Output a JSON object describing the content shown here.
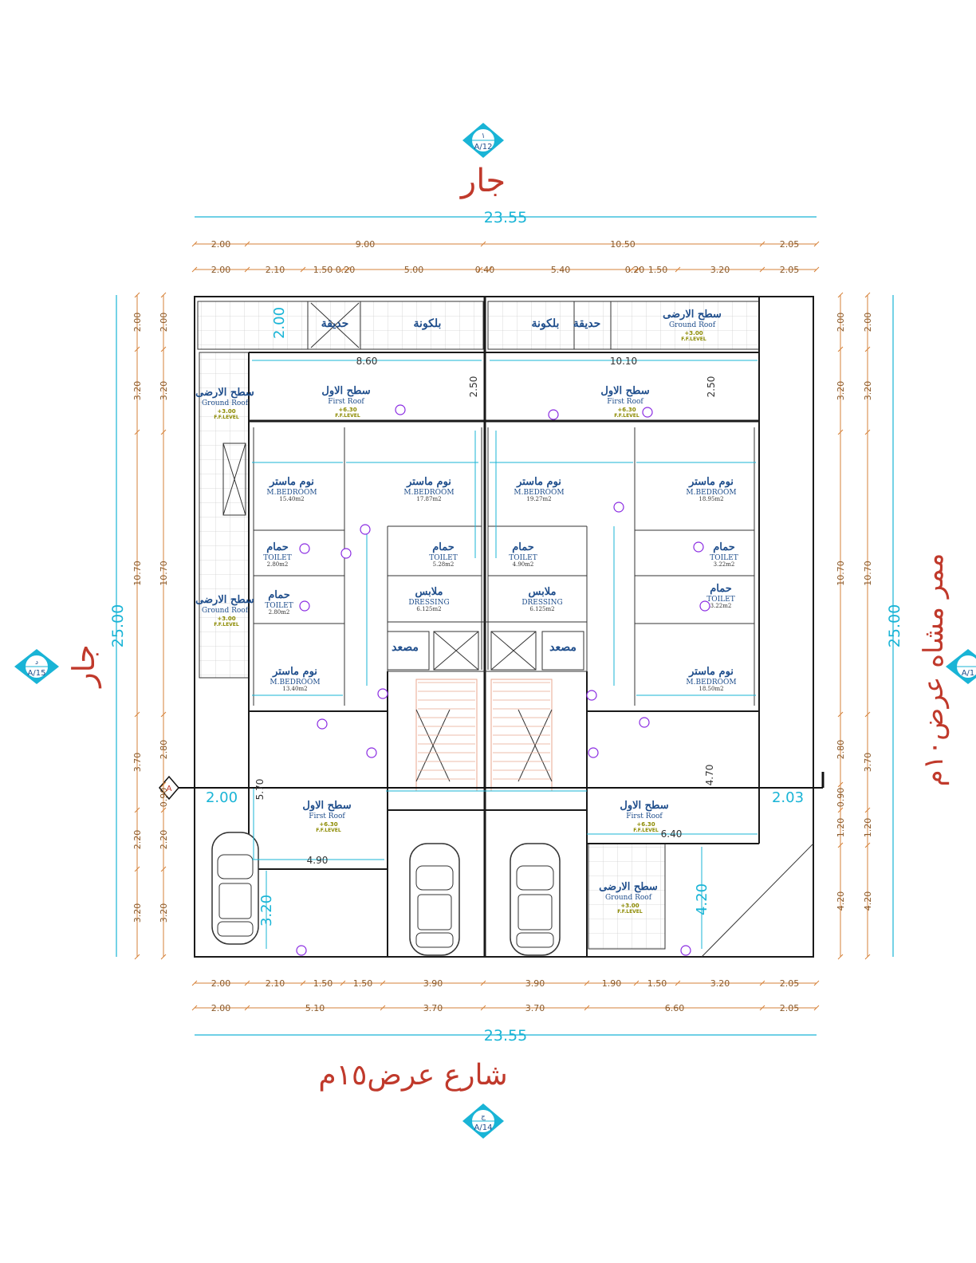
{
  "section_marks": {
    "top": {
      "num": "١",
      "sheet": "A/12"
    },
    "left": {
      "num": "د",
      "sheet": "A/15"
    },
    "right": {
      "num": "",
      "sheet": "A/1"
    },
    "bottom": {
      "num": "ج",
      "sheet": "A/14"
    },
    "section_line": "A"
  },
  "streets": {
    "top": "جار",
    "left": "جار",
    "right": "ممر مشاه عرض١٠م",
    "bottom": "شارع عرض١٥م"
  },
  "dims": {
    "overall_top": "23.55",
    "overall_bottom": "23.55",
    "overall_left": "25.00",
    "overall_right": "25.00",
    "top_row1": [
      "2.00",
      "9.00",
      "10.50",
      "2.05"
    ],
    "top_row2": [
      "2.00",
      "2.10",
      "1.50",
      "0.20",
      "5.00",
      "0.40",
      "5.40",
      "0.20",
      "1.50",
      "3.20",
      "2.05"
    ],
    "bottom_row1": [
      "2.00",
      "2.10",
      "1.50",
      "1.50",
      "3.90",
      "3.90",
      "1.90",
      "1.50",
      "3.20",
      "2.05"
    ],
    "bottom_row2": [
      "2.00",
      "5.10",
      "3.70",
      "3.70",
      "6.60",
      "2.05"
    ],
    "left_outer": [
      "2.00",
      "3.20",
      "10.70",
      "3.70",
      "2.20",
      "3.20"
    ],
    "left_inner": [
      "2.00",
      "3.20",
      "10.70",
      "2.80",
      "0.90",
      "2.20",
      "3.20"
    ],
    "right_inner": [
      "2.00",
      "3.20",
      "10.70",
      "2.80",
      "0.90",
      "1.20",
      "4.20"
    ],
    "right_outer": [
      "2.00",
      "3.20",
      "10.70",
      "3.70",
      "1.20",
      "4.20"
    ],
    "plan_labels": [
      "8.60",
      "10.10",
      "2.50",
      "2.50",
      "2.00",
      "2.00",
      "2.03",
      "6.40",
      "4.90",
      "3.20",
      "4.20",
      "4.70",
      "5.70"
    ]
  },
  "rooms": [
    {
      "ar": "حديقة",
      "en": ""
    },
    {
      "ar": "بلكونة",
      "en": ""
    },
    {
      "ar": "بلكونة",
      "en": ""
    },
    {
      "ar": "حديقة",
      "en": ""
    },
    {
      "ar": "سطح الارضى",
      "en": "Ground Roof",
      "level": "+3.00"
    },
    {
      "ar": "سطح الاول",
      "en": "First Roof",
      "level": "+6.30"
    },
    {
      "ar": "سطح الاول",
      "en": "First Roof",
      "level": "+6.30"
    },
    {
      "ar": "سطح الارضى",
      "en": "Ground Roof",
      "level": "+3.00"
    },
    {
      "ar": "نوم ماستر",
      "en": "M.BEDROOM",
      "area": "15.40m2"
    },
    {
      "ar": "نوم ماستر",
      "en": "M.BEDROOM",
      "area": "17.87m2"
    },
    {
      "ar": "نوم ماستر",
      "en": "M.BEDROOM",
      "area": "19.27m2"
    },
    {
      "ar": "نوم ماستر",
      "en": "M.BEDROOM",
      "area": "18.95m2"
    },
    {
      "ar": "حمام",
      "en": "TOILET",
      "area": "2.80m2"
    },
    {
      "ar": "حمام",
      "en": "TOILET",
      "area": "5.28m2"
    },
    {
      "ar": "حمام",
      "en": "TOILET",
      "area": "4.90m2"
    },
    {
      "ar": "حمام",
      "en": "TOILET",
      "area": "3.22m2"
    },
    {
      "ar": "حمام",
      "en": "TOILET",
      "area": "2.80m2"
    },
    {
      "ar": "حمام",
      "en": "TOILET",
      "area": "3.22m2"
    },
    {
      "ar": "ملابس",
      "en": "DRESSING",
      "area": "6.125m2"
    },
    {
      "ar": "ملابس",
      "en": "DRESSING",
      "area": "6.125m2"
    },
    {
      "ar": "مصعد",
      "en": ""
    },
    {
      "ar": "مصعد",
      "en": ""
    },
    {
      "ar": "نوم ماستر",
      "en": "M.BEDROOM",
      "area": "13.40m2"
    },
    {
      "ar": "نوم ماستر",
      "en": "M.BEDROOM",
      "area": "18.50m2"
    },
    {
      "ar": "سطح الارضى",
      "en": "Ground Roof",
      "level": "+3.00"
    },
    {
      "ar": "سطح الارضى",
      "en": "Ground Roof",
      "level": "+3.00"
    },
    {
      "ar": "سطح الاول",
      "en": "First Roof",
      "level": "+6.30"
    },
    {
      "ar": "سطح الاول",
      "en": "First Roof",
      "level": "+6.30"
    }
  ],
  "level_tag": "F.F.LEVEL",
  "colors": {
    "dimension": "#19b4d6",
    "sub_dimension": "#d6823a",
    "street_text": "#c0392b",
    "room_text": "#1f4e8c",
    "wall": "#1a1a1a"
  }
}
